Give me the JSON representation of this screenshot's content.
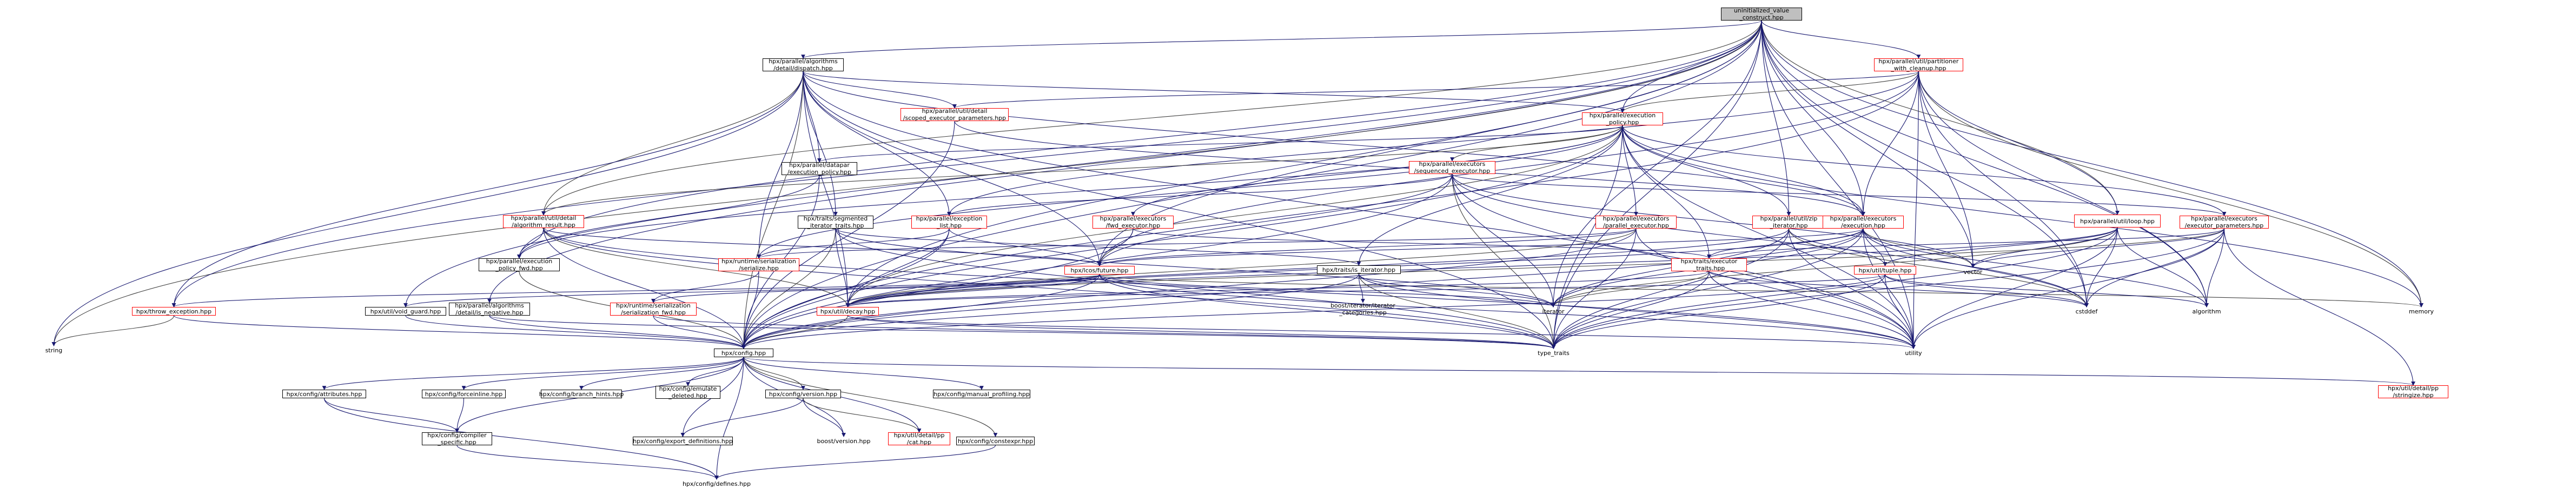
{
  "colors": {
    "edge": "#191970",
    "edge_alt": "#404040",
    "node_border": "#000000",
    "node_border_truncated": "#ff0000",
    "node_border_external": "#bfbfbf",
    "root_fill": "#bfbfbf",
    "background": "#ffffff"
  },
  "nodes": [
    {
      "id": "root",
      "label": "uninitialized_value\n_construct.hpp",
      "style": "root"
    },
    {
      "id": "dispatch",
      "label": "hpx/parallel/algorithms\n/detail/dispatch.hpp",
      "style": "box"
    },
    {
      "id": "partitioner",
      "label": "hpx/parallel/util/partitioner\n_with_cleanup.hpp",
      "style": "red"
    },
    {
      "id": "scoped_exec",
      "label": "hpx/parallel/util/detail\n/scoped_executor_parameters.hpp",
      "style": "red"
    },
    {
      "id": "exec_policy",
      "label": "hpx/parallel/execution\n_policy.hpp",
      "style": "red"
    },
    {
      "id": "exec_policy_fwd_dt",
      "label": "hpx/parallel/datapar\n/execution_policy.hpp",
      "style": "box"
    },
    {
      "id": "seq_exec",
      "label": "hpx/parallel/executors\n/sequenced_executor.hpp",
      "style": "red"
    },
    {
      "id": "segmented",
      "label": "hpx/traits/segmented\n_iterator_traits.hpp",
      "style": "box"
    },
    {
      "id": "algo_result",
      "label": "hpx/parallel/util/detail\n/algorithm_result.hpp",
      "style": "red"
    },
    {
      "id": "exc_list",
      "label": "hpx/parallel/exception\n_list.hpp",
      "style": "red"
    },
    {
      "id": "fwd_exec",
      "label": "hpx/parallel/executors\n/fwd_executor.hpp",
      "style": "red"
    },
    {
      "id": "par_exec",
      "label": "hpx/parallel/executors\n/parallel_executor.hpp",
      "style": "red"
    },
    {
      "id": "zip_iter",
      "label": "hpx/parallel/util/zip\n_iterator.hpp",
      "style": "red"
    },
    {
      "id": "execution",
      "label": "hpx/parallel/executors\n/execution.hpp",
      "style": "red"
    },
    {
      "id": "loop",
      "label": "hpx/parallel/util/loop.hpp",
      "style": "red"
    },
    {
      "id": "exec_params",
      "label": "hpx/parallel/executors\n/executor_parameters.hpp",
      "style": "red"
    },
    {
      "id": "exec_policy_fwd",
      "label": "hpx/parallel/execution\n_policy_fwd.hpp",
      "style": "box"
    },
    {
      "id": "serialize",
      "label": "hpx/runtime/serialization\n/serialize.hpp",
      "style": "red"
    },
    {
      "id": "lcos_future",
      "label": "hpx/lcos/future.hpp",
      "style": "red"
    },
    {
      "id": "is_iterator",
      "label": "hpx/traits/is_iterator.hpp",
      "style": "box"
    },
    {
      "id": "exec_traits",
      "label": "hpx/traits/executor\n_traits.hpp",
      "style": "red"
    },
    {
      "id": "tuple",
      "label": "hpx/util/tuple.hpp",
      "style": "red"
    },
    {
      "id": "vector",
      "label": "vector",
      "style": "plain"
    },
    {
      "id": "throw_exc",
      "label": "hpx/throw_exception.hpp",
      "style": "red"
    },
    {
      "id": "void_guard",
      "label": "hpx/util/void_guard.hpp",
      "style": "box"
    },
    {
      "id": "negative",
      "label": "hpx/parallel/algorithms\n/detail/is_negative.hpp",
      "style": "box"
    },
    {
      "id": "ser_fwd",
      "label": "hpx/runtime/serialization\n/serialization_fwd.hpp",
      "style": "red"
    },
    {
      "id": "decay",
      "label": "hpx/util/decay.hpp",
      "style": "red"
    },
    {
      "id": "boost_iter_cat",
      "label": "boost/iterator/iterator\n_categories.hpp",
      "style": "plain"
    },
    {
      "id": "iterator",
      "label": "iterator",
      "style": "plain"
    },
    {
      "id": "cstddef",
      "label": "cstddef",
      "style": "plain"
    },
    {
      "id": "algorithm",
      "label": "algorithm",
      "style": "plain"
    },
    {
      "id": "memory",
      "label": "memory",
      "style": "plain"
    },
    {
      "id": "string",
      "label": "string",
      "style": "plain"
    },
    {
      "id": "config",
      "label": "hpx/config.hpp",
      "style": "box"
    },
    {
      "id": "type_traits",
      "label": "type_traits",
      "style": "plain"
    },
    {
      "id": "utility",
      "label": "utility",
      "style": "plain"
    },
    {
      "id": "cfg_attributes",
      "label": "hpx/config/attributes.hpp",
      "style": "box"
    },
    {
      "id": "cfg_forceinline",
      "label": "hpx/config/forceinline.hpp",
      "style": "box"
    },
    {
      "id": "cfg_branch",
      "label": "hpx/config/branch_hints.hpp",
      "style": "box"
    },
    {
      "id": "cfg_emulate",
      "label": "hpx/config/emulate\n_deleted.hpp",
      "style": "box"
    },
    {
      "id": "cfg_version",
      "label": "hpx/config/version.hpp",
      "style": "box"
    },
    {
      "id": "cfg_manual",
      "label": "hpx/config/manual_profiling.hpp",
      "style": "box"
    },
    {
      "id": "stringize",
      "label": "hpx/util/detail/pp\n/stringize.hpp",
      "style": "red"
    },
    {
      "id": "cfg_compiler",
      "label": "hpx/config/compiler\n_specific.hpp",
      "style": "box"
    },
    {
      "id": "cfg_export",
      "label": "hpx/config/export_definitions.hpp",
      "style": "box"
    },
    {
      "id": "boost_version",
      "label": "boost/version.hpp",
      "style": "plain"
    },
    {
      "id": "pp_cat",
      "label": "hpx/util/detail/pp\n/cat.hpp",
      "style": "red"
    },
    {
      "id": "cfg_constexpr",
      "label": "hpx/config/constexpr.hpp",
      "style": "box"
    },
    {
      "id": "cfg_defines",
      "label": "hpx/config/defines.hpp",
      "style": "plain"
    }
  ]
}
